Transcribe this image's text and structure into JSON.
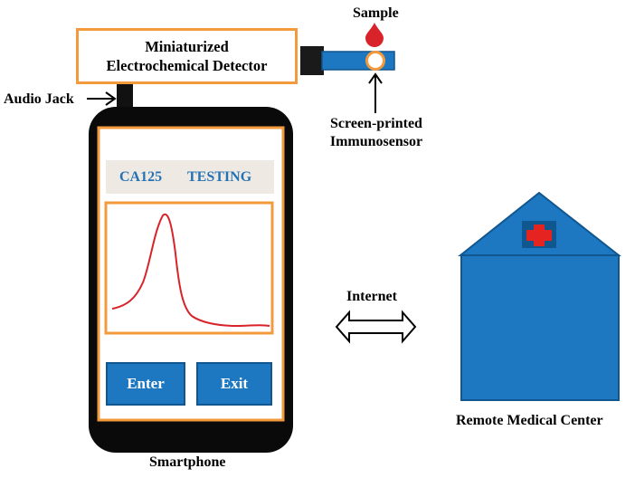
{
  "labels": {
    "sample": "Sample",
    "detector_line1": "Miniaturized",
    "detector_line2": "Electrochemical Detector",
    "audio_jack": "Audio Jack",
    "sensor_line1": "Screen-printed",
    "sensor_line2": "Immunosensor",
    "internet": "Internet",
    "medical_center": "Remote Medical Center",
    "smartphone": "Smartphone"
  },
  "screen": {
    "marker": "CA125",
    "status": "TESTING",
    "enter_button": "Enter",
    "exit_button": "Exit"
  },
  "colors": {
    "accent_orange": "#f39a3c",
    "blue": "#1d78c1",
    "red_signal": "#d9232a"
  }
}
